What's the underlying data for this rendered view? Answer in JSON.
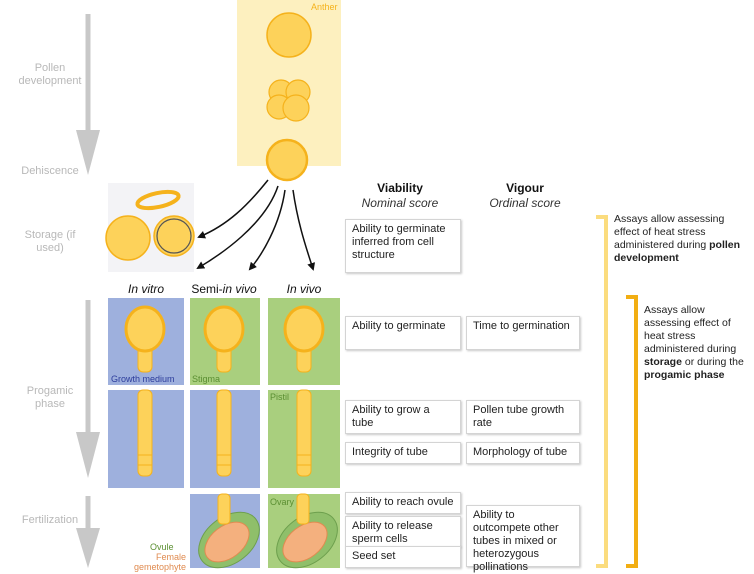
{
  "stages": {
    "pollen_development": "Pollen development",
    "dehiscence": "Dehiscence",
    "storage": "Storage (if used)",
    "progamic": "Progamic phase",
    "fertilization": "Fertilization"
  },
  "labels": {
    "anther": "Anther",
    "growth_medium": "Growth medium",
    "stigma": "Stigma",
    "pistil": "Pistil",
    "ovary": "Ovary",
    "ovule": "Ovule",
    "female_gametophyte": "Female gemetophyte"
  },
  "columns": {
    "in_vitro": "In vitro",
    "semi_prefix": "Semi-",
    "semi_suffix": "in vivo",
    "in_vivo": "In vivo"
  },
  "headers": {
    "viability": "Viability",
    "viability_sub": "Nominal score",
    "vigour": "Vigour",
    "vigour_sub": "Ordinal score"
  },
  "viability": {
    "structure": "Ability to germinate inferred from cell structure",
    "germinate": "Ability to germinate",
    "grow_tube": "Ability to grow a tube",
    "integrity": "Integrity of tube",
    "reach_ovule": "Ability to reach ovule",
    "release_sperm": "Ability to release sperm cells",
    "seed_set": "Seed set"
  },
  "vigour": {
    "time_germ": "Time to germination",
    "growth_rate": "Pollen tube growth rate",
    "morphology": "Morphology of tube",
    "outcompete": "Ability to outcompete other tubes in mixed or heterozygous pollinations"
  },
  "notes": {
    "first_text": "Assays allow assessing effect of heat stress administered during",
    "first_bold": "pollen development",
    "second_text": "Assays allow assessing effect of heat stress administered during",
    "second_bold1": "storage",
    "second_mid": "or during the",
    "second_bold2": "progamic phase"
  },
  "colors": {
    "pollen": "#fdd25a",
    "pollen_stroke": "#f5b21c",
    "anther_bg": "#fdf0bf",
    "medium_bg": "#9eb0dd",
    "stigma_bg": "#a9cf7e",
    "stage_text": "#b8b8b8",
    "bracket_light": "#fbdc7e",
    "bracket_dark": "#f2ae13",
    "ovule_orange": "#f4b07e",
    "ovule_green": "#8fbf6a"
  }
}
